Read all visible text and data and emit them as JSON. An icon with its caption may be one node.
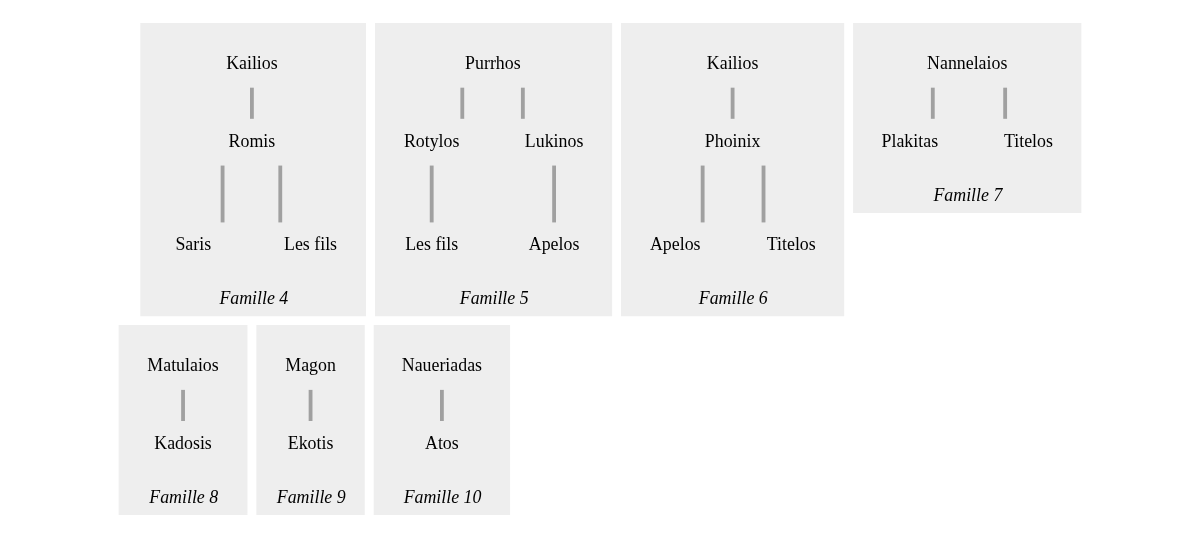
{
  "diagram": {
    "nodes": [
      {
        "text": [
          "Famille 4"
        ]
      },
      {
        "text": [
          "Kailios"
        ],
        "in": 0
      },
      {
        "text": [
          "Romis"
        ],
        "in": 0
      },
      {
        "text": [
          "Saris"
        ],
        "in": 0
      },
      {
        "text": [
          "Les fils"
        ],
        "in": 0
      },
      {
        "text": [
          "Famille 5"
        ]
      },
      {
        "text": [
          "Purrhos"
        ],
        "in": 5
      },
      {
        "text": [
          "Rotylos"
        ],
        "in": 5
      },
      {
        "text": [
          "Lukinos"
        ],
        "in": 5
      },
      {
        "text": [
          "Les fils"
        ],
        "in": 5
      },
      {
        "text": [
          "Apelos"
        ],
        "in": 5
      },
      {
        "text": [
          "Famille 6"
        ]
      },
      {
        "text": [
          "Kailios"
        ],
        "in": 11
      },
      {
        "text": [
          "Phoinix"
        ],
        "in": 11
      },
      {
        "text": [
          "Apelos"
        ],
        "in": 11
      },
      {
        "text": [
          "Titelos"
        ],
        "in": 11
      },
      {
        "text": [
          "Famille 7"
        ]
      },
      {
        "text": [
          "Nannelaios"
        ],
        "in": 16
      },
      {
        "text": [
          "Plakitas"
        ],
        "in": 16
      },
      {
        "text": [
          "Titelos"
        ],
        "in": 16
      },
      {
        "text": [
          "Famille 8"
        ]
      },
      {
        "text": [
          "Matulaios"
        ],
        "in": 20
      },
      {
        "text": [
          "Kadosis"
        ],
        "in": 20
      },
      {
        "text": [
          "Famille 9"
        ]
      },
      {
        "text": [
          "Magon"
        ],
        "in": 23
      },
      {
        "text": [
          "Ekotis"
        ],
        "in": 23
      },
      {
        "text": [
          "Famille 10"
        ]
      },
      {
        "text": [
          "Naueriadas"
        ],
        "in": 26
      },
      {
        "text": [
          "Atos"
        ],
        "in": 26
      }
    ],
    "edges": [
      {
        "from": 1,
        "to": 2,
        "arrow": "none"
      },
      {
        "from": 2,
        "to": 3,
        "arrow": "none"
      },
      {
        "from": 2,
        "to": 4,
        "arrow": "none"
      },
      {
        "from": 6,
        "to": 7,
        "arrow": "none"
      },
      {
        "from": 6,
        "to": 8,
        "arrow": "none"
      },
      {
        "from": 7,
        "to": 9,
        "arrow": "none"
      },
      {
        "from": 8,
        "to": 10,
        "arrow": "none"
      },
      {
        "from": 12,
        "to": 13,
        "arrow": "none"
      },
      {
        "from": 13,
        "to": 14,
        "arrow": "none"
      },
      {
        "from": 13,
        "to": 15,
        "arrow": "none"
      },
      {
        "from": 17,
        "to": 18,
        "arrow": "none"
      },
      {
        "from": 17,
        "to": 19,
        "arrow": "none"
      },
      {
        "from": 21,
        "to": 22,
        "arrow": "none"
      },
      {
        "from": 24,
        "to": 25,
        "arrow": "none"
      },
      {
        "from": 27,
        "to": 28,
        "arrow": "none"
      }
    ]
  }
}
